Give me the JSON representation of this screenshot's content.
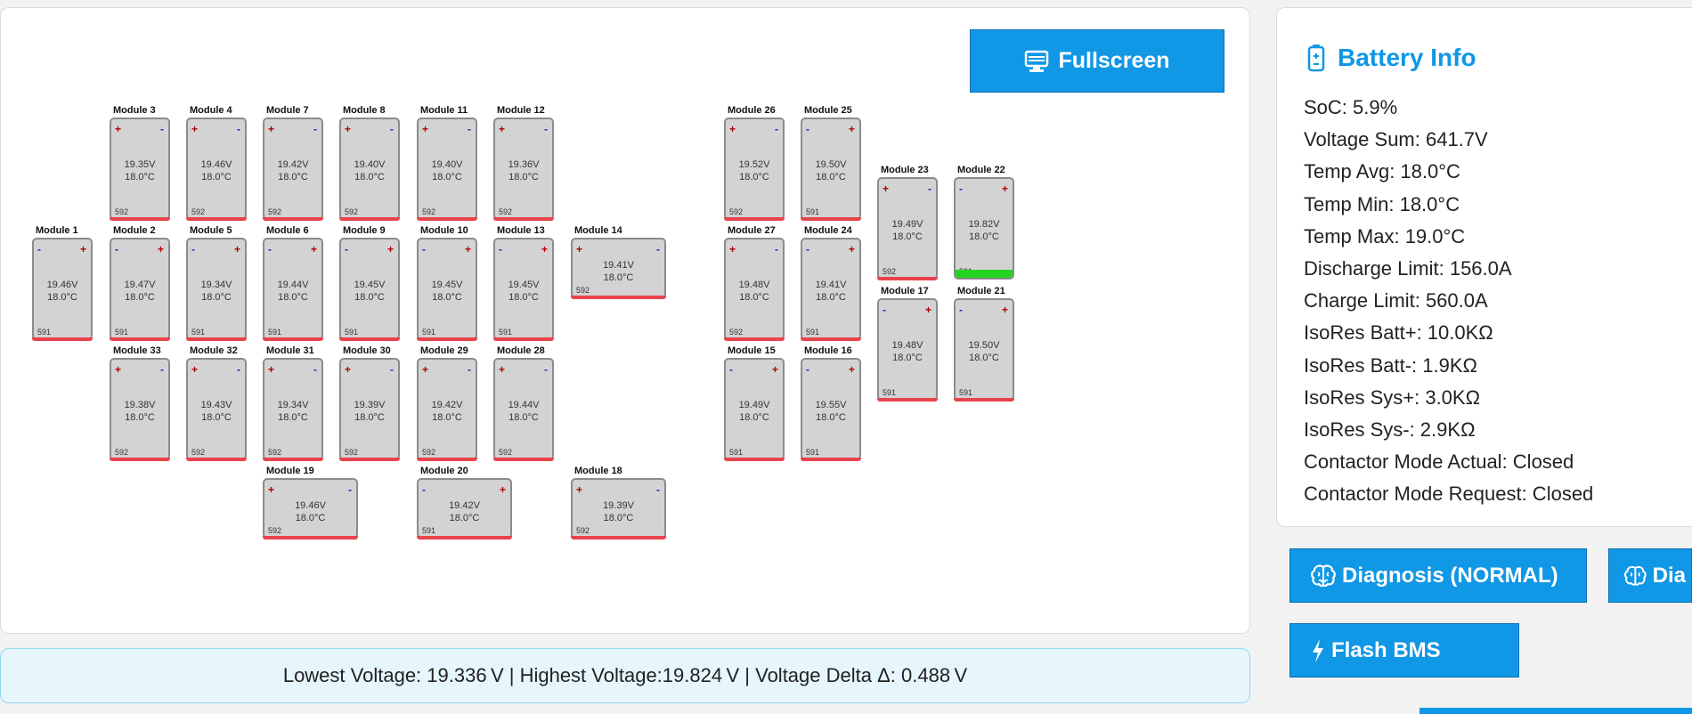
{
  "fullscreen_label": "Fullscreen",
  "icons": {
    "fullscreen": "monitor-icon",
    "battery": "battery-icon",
    "diagnosis": "brain-icon",
    "flash": "lightning-icon"
  },
  "colors": {
    "accent": "#1097e6",
    "cell_normal": "#e8434c",
    "cell_highest": "#22d322",
    "status_bg": "#e6f6fc"
  },
  "modules": [
    {
      "id": "m3",
      "label": "Module 3",
      "voltage": "19.35V",
      "temp": "18.0°C",
      "num": "592",
      "left": "+",
      "right": "-",
      "highlight": false
    },
    {
      "id": "m4",
      "label": "Module 4",
      "voltage": "19.46V",
      "temp": "18.0°C",
      "num": "592",
      "left": "+",
      "right": "-",
      "highlight": false
    },
    {
      "id": "m7",
      "label": "Module 7",
      "voltage": "19.42V",
      "temp": "18.0°C",
      "num": "592",
      "left": "+",
      "right": "-",
      "highlight": false
    },
    {
      "id": "m8",
      "label": "Module 8",
      "voltage": "19.40V",
      "temp": "18.0°C",
      "num": "592",
      "left": "+",
      "right": "-",
      "highlight": false
    },
    {
      "id": "m11",
      "label": "Module 11",
      "voltage": "19.40V",
      "temp": "18.0°C",
      "num": "592",
      "left": "+",
      "right": "-",
      "highlight": false
    },
    {
      "id": "m12",
      "label": "Module 12",
      "voltage": "19.36V",
      "temp": "18.0°C",
      "num": "592",
      "left": "+",
      "right": "-",
      "highlight": false
    },
    {
      "id": "m26",
      "label": "Module 26",
      "voltage": "19.52V",
      "temp": "18.0°C",
      "num": "592",
      "left": "+",
      "right": "-",
      "highlight": false
    },
    {
      "id": "m25",
      "label": "Module 25",
      "voltage": "19.50V",
      "temp": "18.0°C",
      "num": "591",
      "left": "-",
      "right": "+",
      "highlight": false
    },
    {
      "id": "m23",
      "label": "Module 23",
      "voltage": "19.49V",
      "temp": "18.0°C",
      "num": "592",
      "left": "+",
      "right": "-",
      "highlight": false
    },
    {
      "id": "m22",
      "label": "Module 22",
      "voltage": "19.82V",
      "temp": "18.0°C",
      "num": "591",
      "left": "-",
      "right": "+",
      "highlight": true
    },
    {
      "id": "m1",
      "label": "Module 1",
      "voltage": "19.46V",
      "temp": "18.0°C",
      "num": "591",
      "left": "-",
      "right": "+",
      "highlight": false
    },
    {
      "id": "m2",
      "label": "Module 2",
      "voltage": "19.47V",
      "temp": "18.0°C",
      "num": "591",
      "left": "-",
      "right": "+",
      "highlight": false
    },
    {
      "id": "m5",
      "label": "Module 5",
      "voltage": "19.34V",
      "temp": "18.0°C",
      "num": "591",
      "left": "-",
      "right": "+",
      "highlight": false
    },
    {
      "id": "m6",
      "label": "Module 6",
      "voltage": "19.44V",
      "temp": "18.0°C",
      "num": "591",
      "left": "-",
      "right": "+",
      "highlight": false
    },
    {
      "id": "m9",
      "label": "Module 9",
      "voltage": "19.45V",
      "temp": "18.0°C",
      "num": "591",
      "left": "-",
      "right": "+",
      "highlight": false
    },
    {
      "id": "m10",
      "label": "Module 10",
      "voltage": "19.45V",
      "temp": "18.0°C",
      "num": "591",
      "left": "-",
      "right": "+",
      "highlight": false
    },
    {
      "id": "m13",
      "label": "Module 13",
      "voltage": "19.45V",
      "temp": "18.0°C",
      "num": "591",
      "left": "-",
      "right": "+",
      "highlight": false
    },
    {
      "id": "m14",
      "label": "Module 14",
      "voltage": "19.41V",
      "temp": "18.0°C",
      "num": "592",
      "left": "+",
      "right": "-",
      "highlight": false
    },
    {
      "id": "m27",
      "label": "Module 27",
      "voltage": "19.48V",
      "temp": "18.0°C",
      "num": "592",
      "left": "+",
      "right": "-",
      "highlight": false
    },
    {
      "id": "m24",
      "label": "Module 24",
      "voltage": "19.41V",
      "temp": "18.0°C",
      "num": "591",
      "left": "-",
      "right": "+",
      "highlight": false
    },
    {
      "id": "m17",
      "label": "Module 17",
      "voltage": "19.48V",
      "temp": "18.0°C",
      "num": "591",
      "left": "-",
      "right": "+",
      "highlight": false
    },
    {
      "id": "m21",
      "label": "Module 21",
      "voltage": "19.50V",
      "temp": "18.0°C",
      "num": "591",
      "left": "-",
      "right": "+",
      "highlight": false
    },
    {
      "id": "m33",
      "label": "Module 33",
      "voltage": "19.38V",
      "temp": "18.0°C",
      "num": "592",
      "left": "+",
      "right": "-",
      "highlight": false
    },
    {
      "id": "m32",
      "label": "Module 32",
      "voltage": "19.43V",
      "temp": "18.0°C",
      "num": "592",
      "left": "+",
      "right": "-",
      "highlight": false
    },
    {
      "id": "m31",
      "label": "Module 31",
      "voltage": "19.34V",
      "temp": "18.0°C",
      "num": "592",
      "left": "+",
      "right": "-",
      "highlight": false
    },
    {
      "id": "m30",
      "label": "Module 30",
      "voltage": "19.39V",
      "temp": "18.0°C",
      "num": "592",
      "left": "+",
      "right": "-",
      "highlight": false
    },
    {
      "id": "m29",
      "label": "Module 29",
      "voltage": "19.42V",
      "temp": "18.0°C",
      "num": "592",
      "left": "+",
      "right": "-",
      "highlight": false
    },
    {
      "id": "m28",
      "label": "Module 28",
      "voltage": "19.44V",
      "temp": "18.0°C",
      "num": "592",
      "left": "+",
      "right": "-",
      "highlight": false
    },
    {
      "id": "m15",
      "label": "Module 15",
      "voltage": "19.49V",
      "temp": "18.0°C",
      "num": "591",
      "left": "-",
      "right": "+",
      "highlight": false
    },
    {
      "id": "m16",
      "label": "Module 16",
      "voltage": "19.55V",
      "temp": "18.0°C",
      "num": "591",
      "left": "-",
      "right": "+",
      "highlight": false
    },
    {
      "id": "m19",
      "label": "Module 19",
      "voltage": "19.46V",
      "temp": "18.0°C",
      "num": "592",
      "left": "+",
      "right": "-",
      "highlight": false
    },
    {
      "id": "m20",
      "label": "Module 20",
      "voltage": "19.42V",
      "temp": "18.0°C",
      "num": "591",
      "left": "-",
      "right": "+",
      "highlight": false
    },
    {
      "id": "m18",
      "label": "Module 18",
      "voltage": "19.39V",
      "temp": "18.0°C",
      "num": "592",
      "left": "+",
      "right": "-",
      "highlight": false
    }
  ],
  "status": {
    "text": "Lowest Voltage: 19.336 V | Highest Voltage:19.824 V | Voltage Delta Δ: 0.488 V"
  },
  "battery_info": {
    "title": "Battery Info",
    "items": [
      "SoC: 5.9%",
      "Voltage Sum: 641.7V",
      "Temp Avg: 18.0°C",
      "Temp Min: 18.0°C",
      "Temp Max: 19.0°C",
      "Discharge Limit: 156.0A",
      "Charge Limit: 560.0A",
      "IsoRes Batt+: 10.0KΩ",
      "IsoRes Batt-: 1.9KΩ",
      "IsoRes Sys+: 3.0KΩ",
      "IsoRes Sys-: 2.9KΩ",
      "Contactor Mode Actual: Closed",
      "Contactor Mode Request: Closed"
    ]
  },
  "buttons": {
    "diagnosis_normal": "Diagnosis (NORMAL)",
    "diagnosis_second": "Dia",
    "flash_bms": "Flash BMS"
  }
}
